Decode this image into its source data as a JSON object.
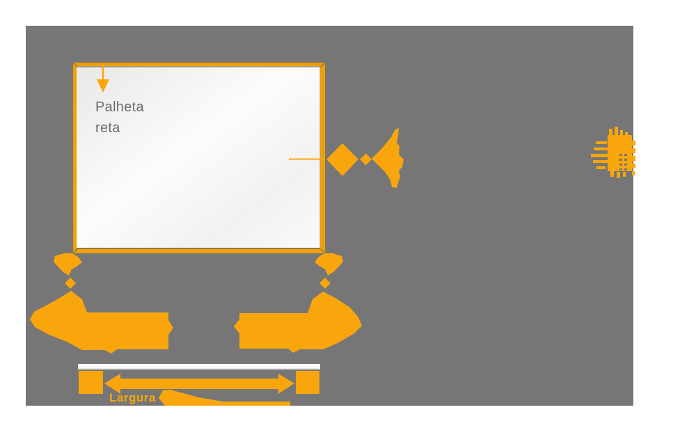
{
  "diagram": {
    "colors": {
      "background_gray": "#767676",
      "accent_orange": "#F9A60D",
      "panel_border_orange": "#EFA007",
      "panel_face_light": "#E9E9E7",
      "label_gray": "#6A6B6D",
      "duct_bar_white": "#FAFAF9"
    },
    "panel_label": {
      "line1": "Palheta",
      "line2": "reta"
    },
    "dimension": {
      "label": "Largura"
    }
  }
}
